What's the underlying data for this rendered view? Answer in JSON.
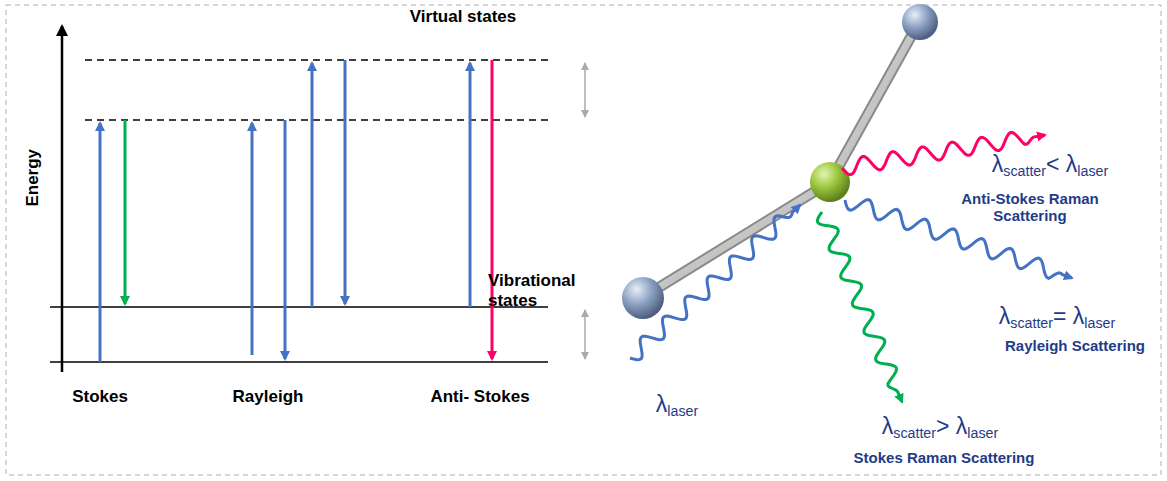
{
  "diagram": {
    "labels": [
      "Energy",
      "Virtual states",
      "Vibrational states",
      "Stokes",
      "Rayleigh",
      "Anti- Stokes",
      "λ",
      "scatter",
      "< λ",
      "laser",
      "Anti-Stokes Raman Scattering",
      "λ",
      "scatter",
      "= λ",
      "laser",
      "Rayleigh Scattering",
      "λ",
      "laser",
      "λ",
      "scatter",
      "> λ",
      "laser",
      "Stokes Raman Scattering"
    ]
  }
}
